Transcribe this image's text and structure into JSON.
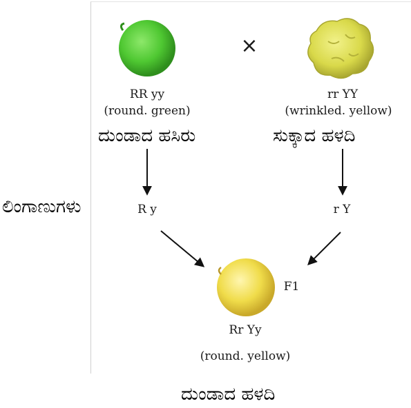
{
  "cross_symbol": "×",
  "parent_left": {
    "genotype": "RR yy",
    "phenotype": "(round. green)",
    "kannada": "ದುಂಡಾದ ಹಸಿರು",
    "pea_color": "#4fc832"
  },
  "parent_right": {
    "genotype": "rr YY",
    "phenotype": "(wrinkled. yellow)",
    "kannada": "ಸುಕ್ಕಾದ ಹಳದಿ",
    "pea_color": "#d9d94a"
  },
  "gametes_label": "ಲಿಂಗಾಣುಗಳು",
  "gamete_left": "R y",
  "gamete_right": "r Y",
  "offspring": {
    "generation": "F1",
    "genotype": "Rr Yy",
    "phenotype": "(round. yellow)",
    "kannada": "ದುಂಡಾದ ಹಳದಿ",
    "pea_color": "#f0dc4a"
  }
}
